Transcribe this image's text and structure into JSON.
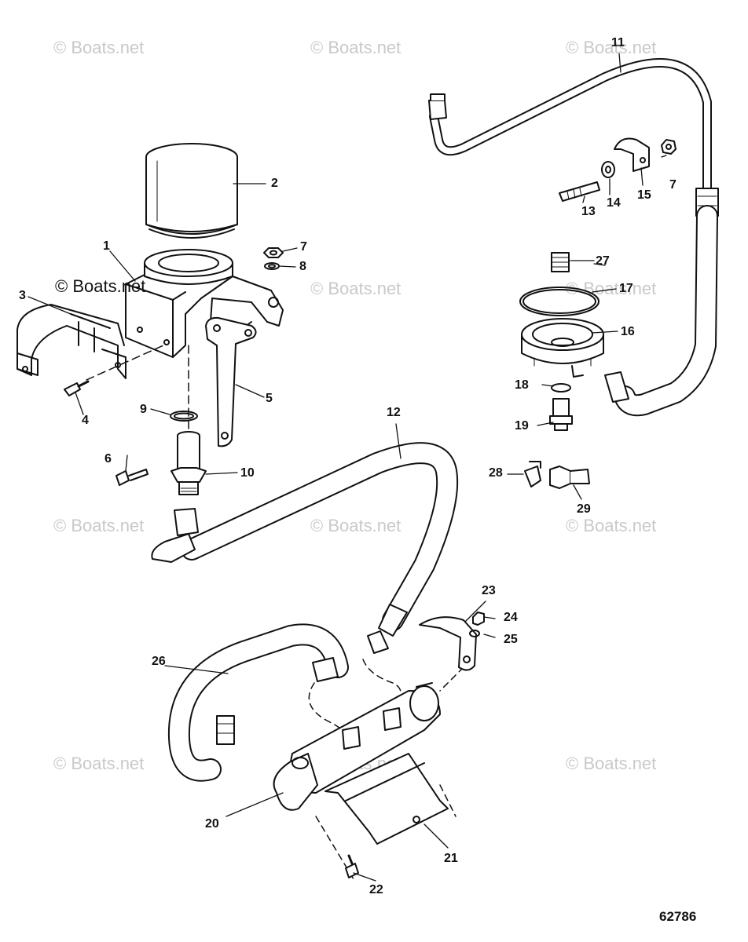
{
  "watermark": {
    "text": "© Boats.net",
    "color": "#c9c9c9"
  },
  "watermark_dark": "© Boats.net",
  "diagram_id": "62786",
  "callouts": [
    "1",
    "2",
    "3",
    "4",
    "5",
    "6",
    "7",
    "7",
    "8",
    "9",
    "10",
    "11",
    "12",
    "13",
    "14",
    "15",
    "16",
    "17",
    "18",
    "19",
    "20",
    "21",
    "22",
    "23",
    "24",
    "25",
    "26",
    "27",
    "28",
    "29"
  ],
  "line_color": "#111111"
}
